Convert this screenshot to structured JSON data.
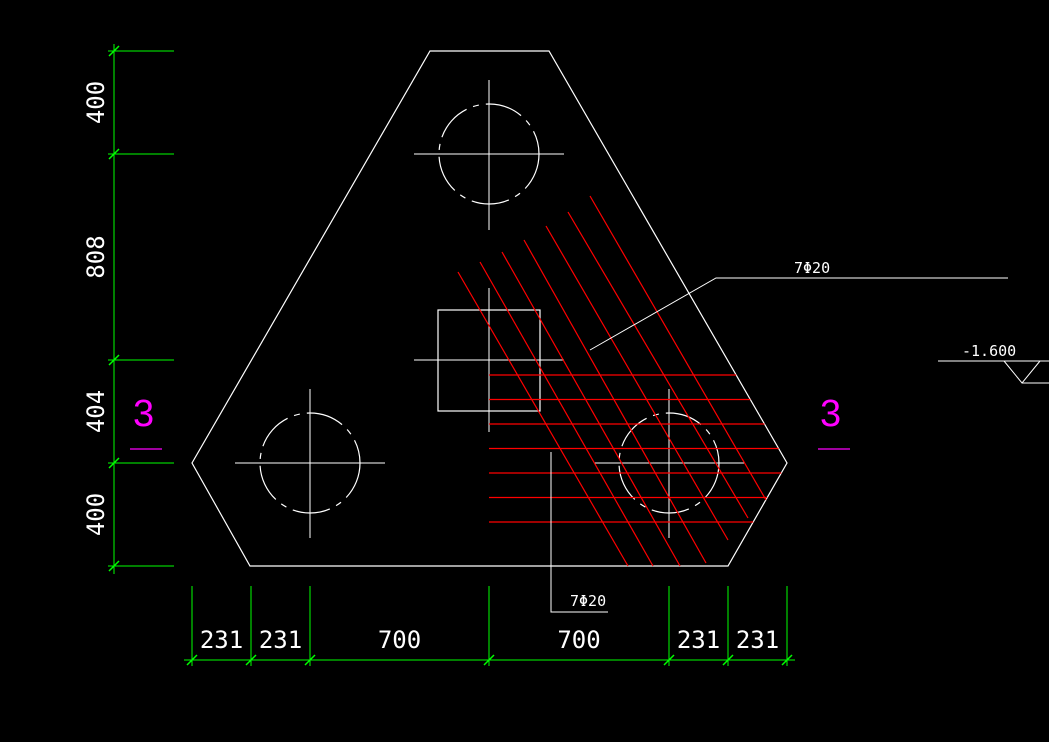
{
  "colors": {
    "background": "#000000",
    "outline": "#ffffff",
    "dimension": "#00ff00",
    "rebar": "#ff0000",
    "section_mark": "#ff00ff"
  },
  "dimensions": {
    "vertical": [
      "400",
      "808",
      "404",
      "400"
    ],
    "horizontal": [
      "231",
      "231",
      "700",
      "700",
      "231",
      "231"
    ]
  },
  "rebar_labels": {
    "diagonal": "7Φ20",
    "horizontal": "7Φ20"
  },
  "elevation": "-1.600",
  "section_marks": {
    "left": "3",
    "right": "3"
  }
}
